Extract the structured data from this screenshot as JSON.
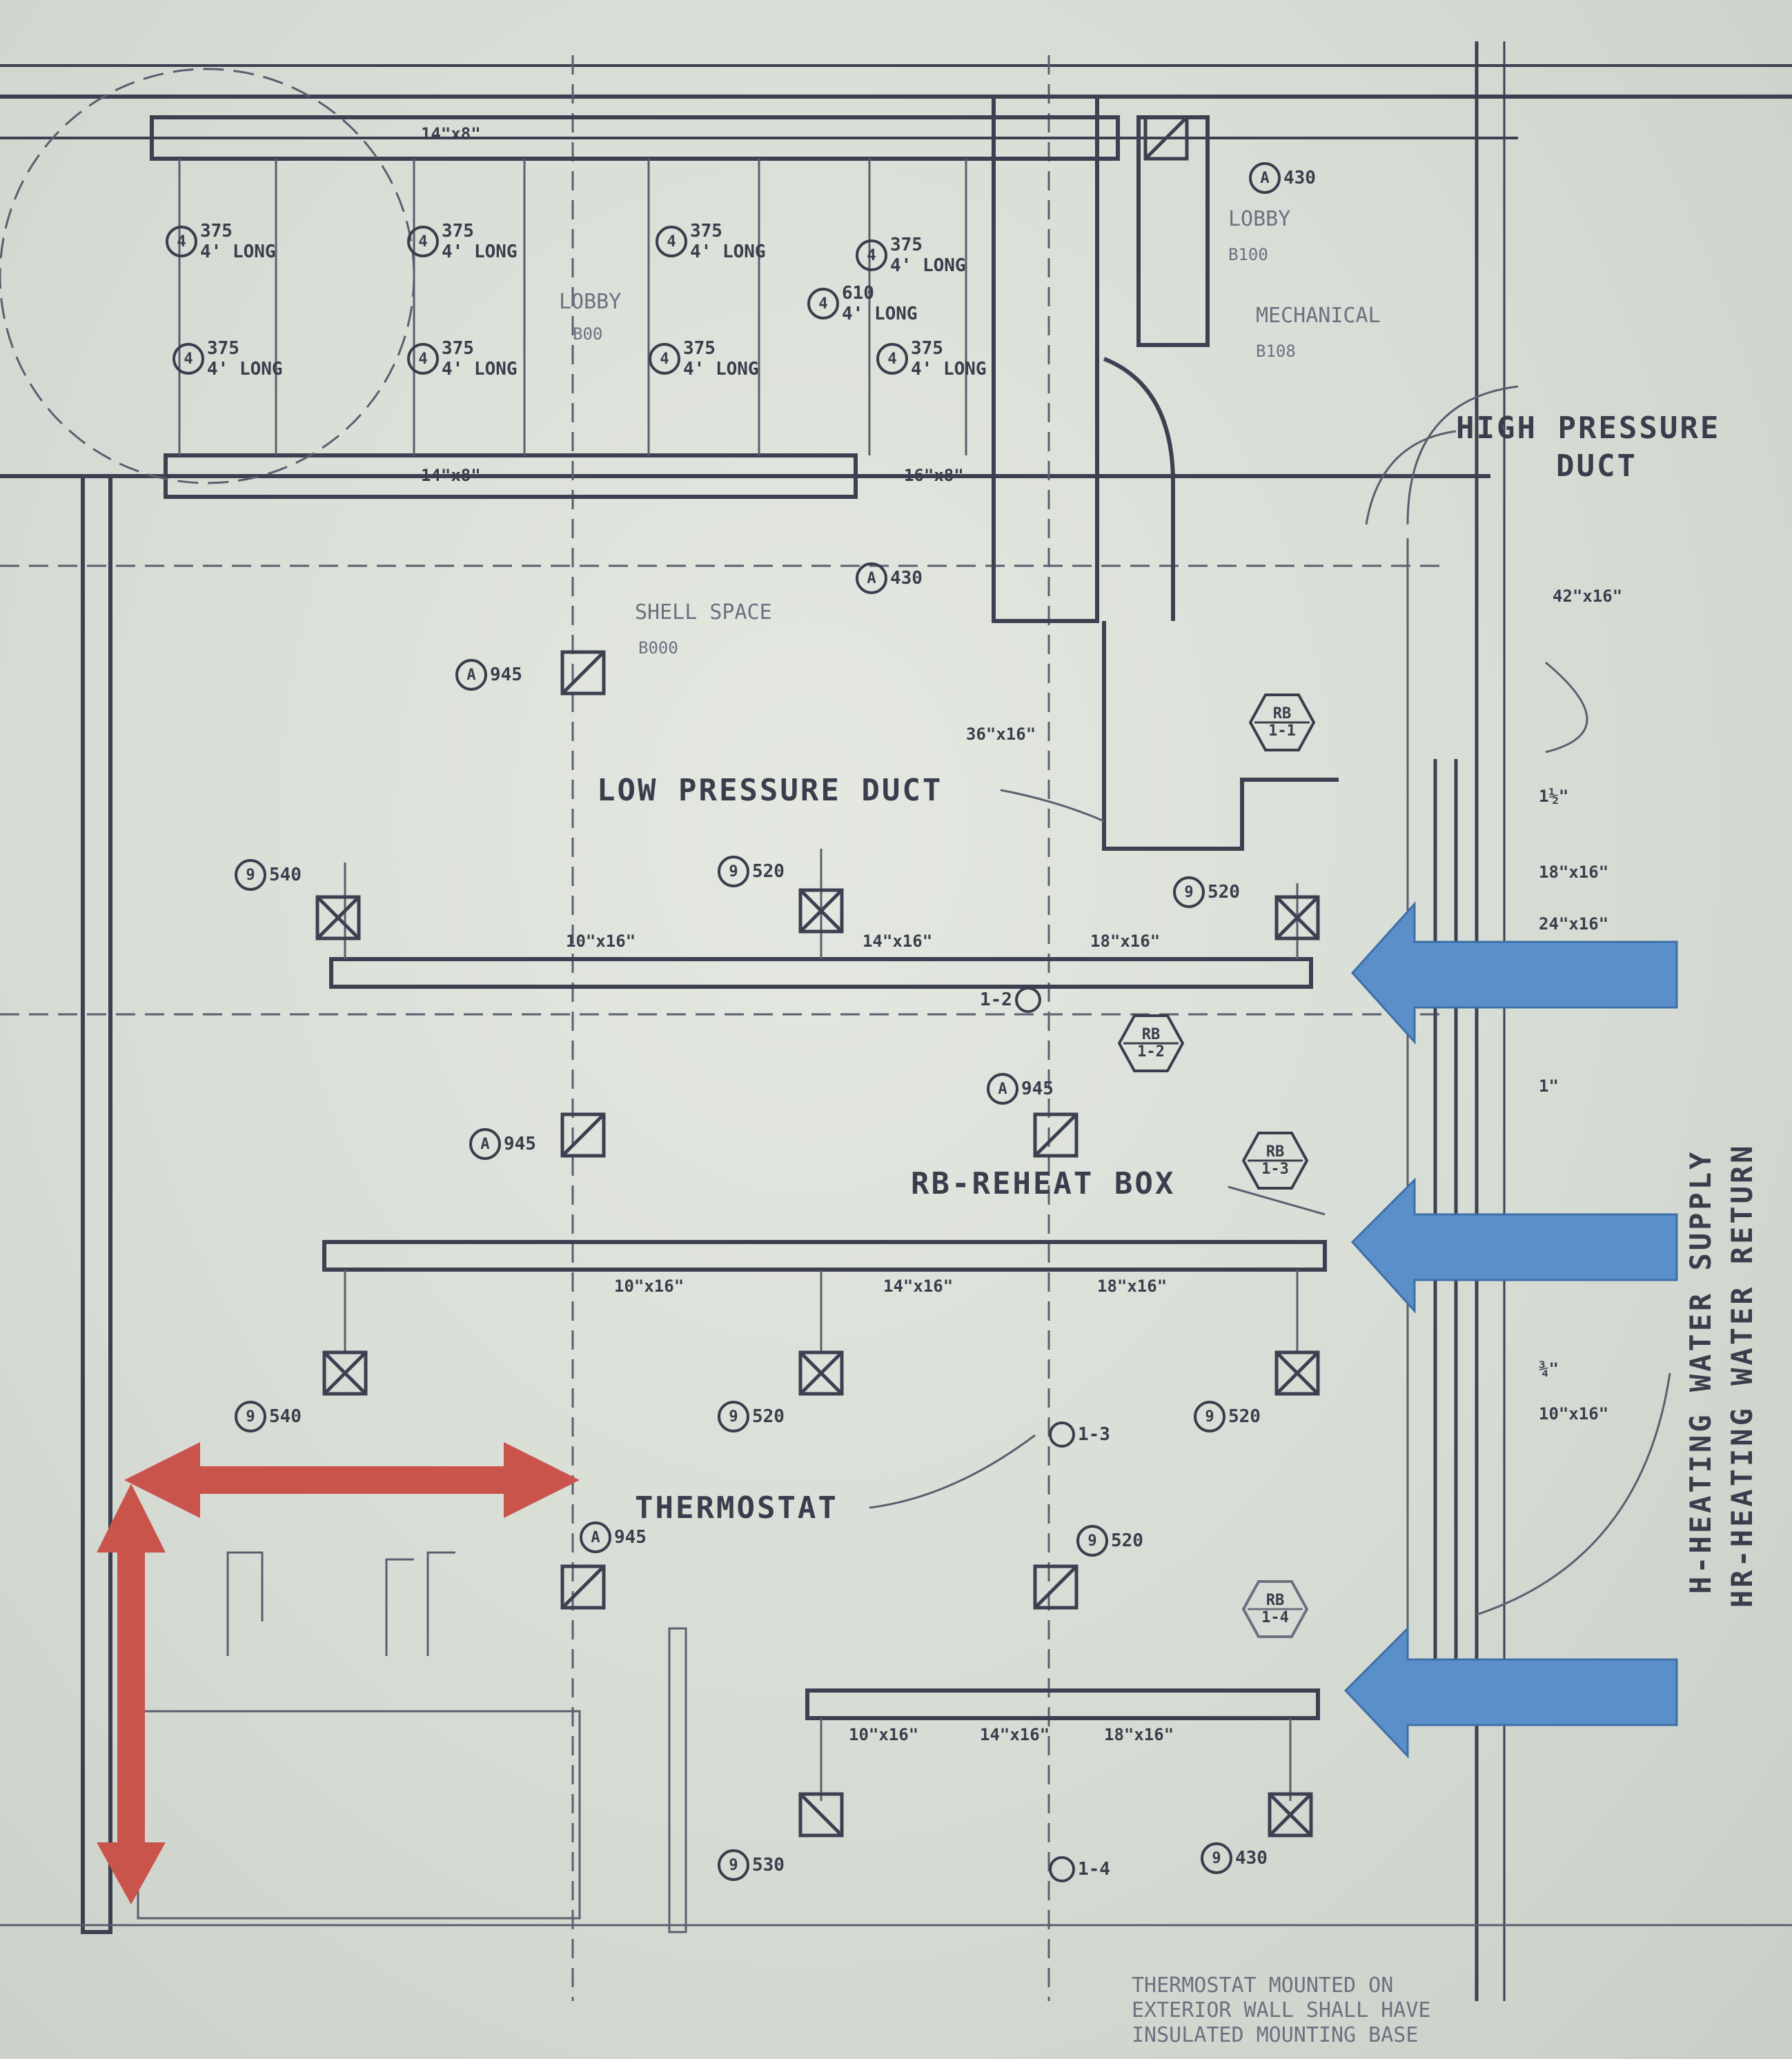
{
  "callouts": {
    "high_pressure_duct_1": "HIGH PRESSURE",
    "high_pressure_duct_2": "DUCT",
    "low_pressure_duct": "LOW PRESSURE DUCT",
    "reheat_box": "RB-REHEAT BOX",
    "thermostat": "THERMOSTAT",
    "hw_supply": "H-HEATING WATER SUPPLY",
    "hw_return": "HR-HEATING WATER RETURN"
  },
  "rooms": {
    "lobby_a": "LOBBY",
    "lobby_a_num": "B00",
    "lobby_b": "LOBBY",
    "lobby_b_num": "B100",
    "mechanical": "MECHANICAL",
    "mechanical_num": "B108",
    "shell_space": "SHELL SPACE",
    "shell_space_num": "B000"
  },
  "duct_sizes": {
    "s36x16": "36\"x16\"",
    "s42x16": "42\"x16\"",
    "s18x16": "18\"x16\"",
    "s24x16": "24\"x16\"",
    "r1_a": "10\"x16\"",
    "r1_b": "14\"x16\"",
    "r1_c": "18\"x16\"",
    "r2_a": "10\"x16\"",
    "r2_b": "14\"x16\"",
    "r2_c": "18\"x16\"",
    "r3_a": "10\"x16\"",
    "r3_b": "14\"x16\"",
    "r3_c": "18\"x16\"",
    "s10x16_right": "10\"x16\"",
    "pipe_a": "1½\"",
    "pipe_b": "1\"",
    "pipe_c": "¾\"",
    "s14x8_a": "14\"x8\"",
    "s14x8_b": "14\"x8\"",
    "s16x8": "16\"x8\""
  },
  "tags": {
    "top_row": [
      {
        "code": "4",
        "cfm": "375",
        "len": "4' LONG"
      },
      {
        "code": "4",
        "cfm": "375",
        "len": "4' LONG"
      },
      {
        "code": "4",
        "cfm": "375",
        "len": "4' LONG"
      },
      {
        "code": "4",
        "cfm": "375",
        "len": "4' LONG"
      },
      {
        "code": "4",
        "cfm": "610",
        "len": "4' LONG"
      }
    ],
    "second_row": [
      {
        "code": "4",
        "cfm": "375",
        "len": "4' LONG"
      },
      {
        "code": "4",
        "cfm": "375",
        "len": "4' LONG"
      },
      {
        "code": "4",
        "cfm": "375",
        "len": "4' LONG"
      },
      {
        "code": "4",
        "cfm": "375",
        "len": "4' LONG"
      }
    ],
    "a_430_top": {
      "code": "A",
      "cfm": "430"
    },
    "a_430_mid": {
      "code": "A",
      "cfm": "430"
    },
    "a_945_1": {
      "code": "A",
      "cfm": "945"
    },
    "a_945_2": {
      "code": "A",
      "cfm": "945"
    },
    "a_945_3": {
      "code": "A",
      "cfm": "945"
    },
    "a_945_4": {
      "code": "A",
      "cfm": "945"
    },
    "d_540_1": {
      "code": "9",
      "cfm": "540"
    },
    "d_520_1": {
      "code": "9",
      "cfm": "520"
    },
    "d_520_2": {
      "code": "9",
      "cfm": "520"
    },
    "d_540_2": {
      "code": "9",
      "cfm": "540"
    },
    "d_520_3": {
      "code": "9",
      "cfm": "520"
    },
    "d_520_4": {
      "code": "9",
      "cfm": "520"
    },
    "d_520_5": {
      "code": "9",
      "cfm": "520"
    },
    "d_530": {
      "code": "9",
      "cfm": "530"
    },
    "d_430": {
      "code": "9",
      "cfm": "430"
    }
  },
  "reheat_boxes": [
    {
      "tag": "RB",
      "num": "1-1"
    },
    {
      "tag": "RB",
      "num": "1-2"
    },
    {
      "tag": "RB",
      "num": "1-3"
    },
    {
      "tag": "RB",
      "num": "1-4"
    }
  ],
  "thermostats": {
    "t1": "1-2",
    "t2": "1-3",
    "t3": "1-4"
  },
  "footnote": [
    "THERMOSTAT MOUNTED ON",
    "EXTERIOR WALL SHALL HAVE",
    "INSULATED MOUNTING BASE"
  ],
  "colors": {
    "arrow_blue": "#5b8fc9",
    "arrow_red": "#c9544c",
    "linework": "#3c4050",
    "paper": "#dde2db"
  }
}
